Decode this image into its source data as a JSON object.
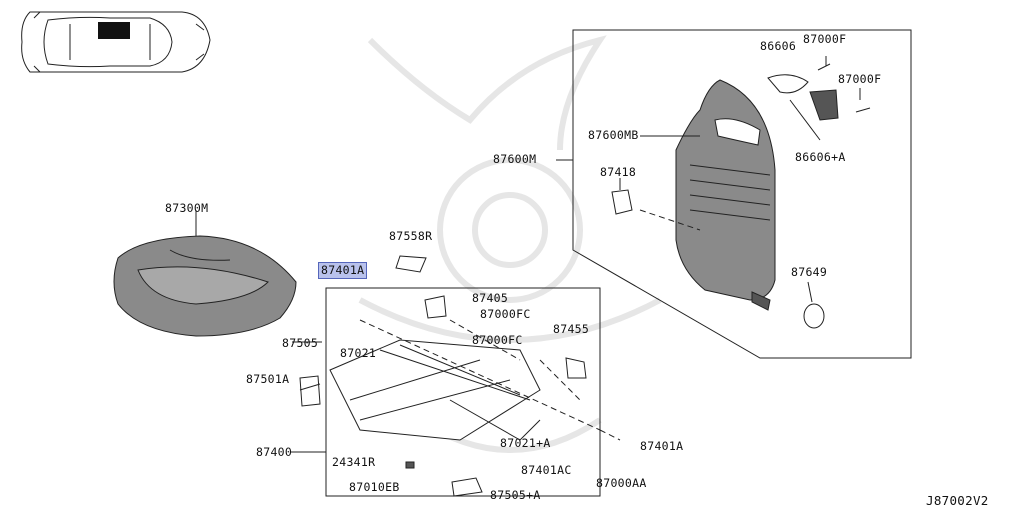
{
  "diagram": {
    "code": "J87002V2",
    "highlighted_part": "87401A",
    "colors": {
      "highlight": "#b9c2ec",
      "line": "#222222",
      "seat_fill": "#8a8a8a"
    },
    "labels": {
      "p87300m": "87300M",
      "p87558r": "87558R",
      "p87401a_top": "87401A",
      "p87405": "87405",
      "p87000fc_1": "87000FC",
      "p87505": "87505",
      "p87021": "87021",
      "p87000fc_2": "87000FC",
      "p87455": "87455",
      "p87501a": "87501A",
      "p87021a": "87021+A",
      "p87401a_right": "87401A",
      "p87400": "87400",
      "p24341r": "24341R",
      "p87401ac": "87401AC",
      "p87010eb": "87010EB",
      "p87000aa": "87000AA",
      "p87505a": "87505+A",
      "p86606": "86606",
      "p87000f_1": "87000F",
      "p87000f_2": "87000F",
      "p87600mb": "87600MB",
      "p87600m": "87600M",
      "p86606a": "86606+A",
      "p87418": "87418",
      "p87649": "87649"
    }
  }
}
